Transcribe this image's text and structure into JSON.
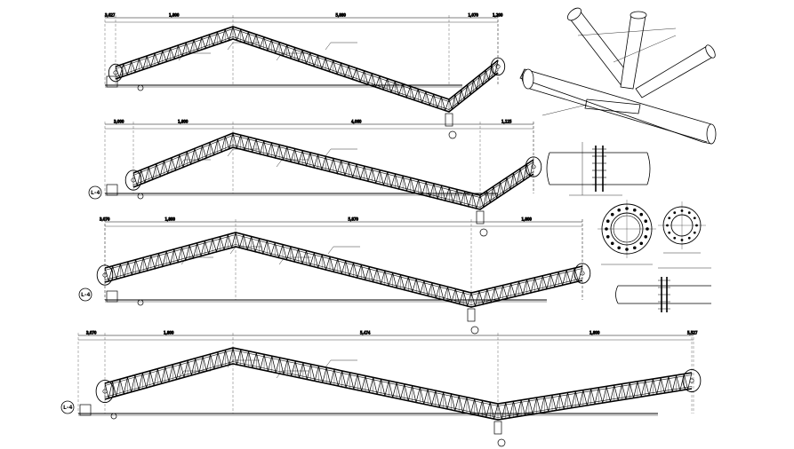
{
  "drawing": {
    "ink": "#000000",
    "background": "#ffffff"
  },
  "elevations": [
    {
      "id": "e1",
      "grid_label": "",
      "dims": [
        "3,627",
        "1,800",
        "5,880",
        "1,070",
        "1,200"
      ]
    },
    {
      "id": "e2",
      "grid_label": "L-4",
      "dims": [
        "3,000",
        "1,800",
        "4,060",
        "1,125"
      ]
    },
    {
      "id": "e3",
      "grid_label": "L-4",
      "dims": [
        "3,070",
        "1,800",
        "5,870",
        "1,800"
      ]
    },
    {
      "id": "e4",
      "grid_label": "L-4",
      "dims": [
        "3,070",
        "1,800",
        "5,474",
        "1,800",
        "5,527"
      ]
    }
  ],
  "details": {
    "node_detail": "node-joint-detail",
    "flange_elevation": "flange-elevation",
    "flange_plan_a": "flange-plan-a",
    "flange_plan_b": "flange-plan-b",
    "flange_side": "flange-side"
  }
}
